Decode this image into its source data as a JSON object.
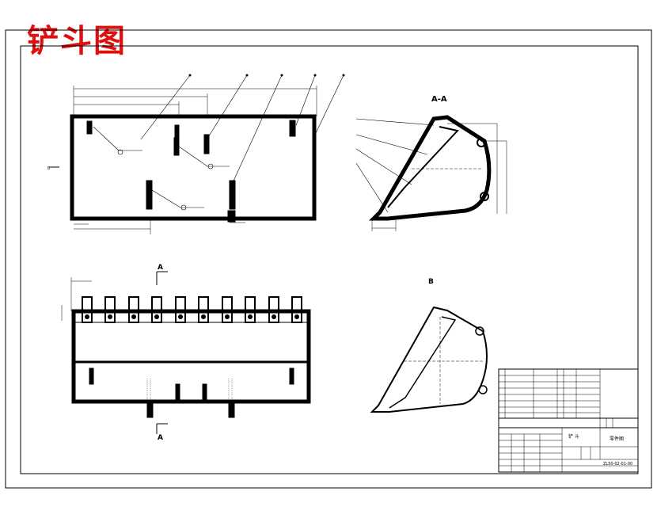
{
  "drawing": {
    "title": "铲斗图",
    "section_label": "A-A",
    "view_b_label": "B",
    "cut_label_top": "A",
    "cut_label_bottom": "A",
    "side_marker": "B"
  },
  "title_block": {
    "part_name": "铲 斗",
    "drawing_no": "ZL50-02-01-00",
    "parts_list_title": "零件图"
  },
  "colors": {
    "title": "#e01010",
    "lines": "#000000",
    "background": "#ffffff"
  }
}
